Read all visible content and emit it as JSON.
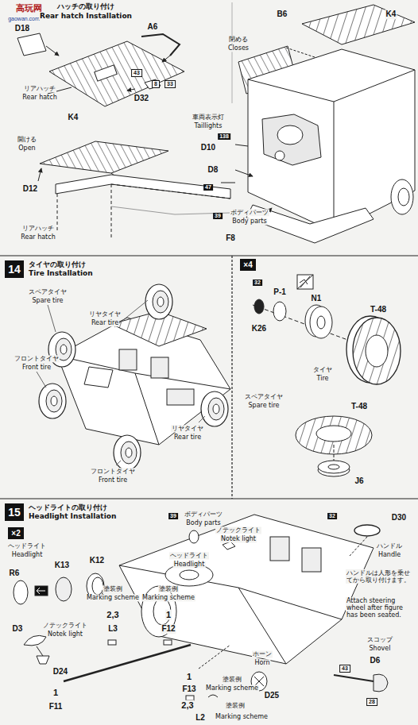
{
  "diagram": {
    "nodes": [
      {
        "text": [
          "14",
          "タイヤの取り付け",
          "Tire Installation"
        ]
      },
      {
        "text": [
          "×4"
        ]
      },
      {
        "text": [
          "15",
          "ヘッドライトの取り付け",
          "Headlight Installation"
        ]
      },
      {
        "text": [
          "×2"
        ]
      }
    ],
    "labels": [
      "高玩网",
      "gaowan.com",
      "ハッチの取り付け",
      "Rear hatch Installation",
      "D18",
      "A6",
      "43",
      "8",
      "33",
      "D32",
      "リアハッチ",
      "Rear hatch",
      "K4",
      "開ける",
      "Open",
      "D12",
      "リアハッチ",
      "Rear hatch",
      "閉める",
      "Closes",
      "B6",
      "K4",
      "車両表示灯",
      "Taillights",
      "138",
      "D10",
      "D8",
      "47",
      "39",
      "ボディパーツ",
      "Body parts",
      "F8",
      "スペアタイヤ",
      "Spare tire",
      "リヤタイヤ",
      "Rear tire",
      "フロントタイヤ",
      "Front tire",
      "リヤタイヤ",
      "Rear tire",
      "フロントタイヤ",
      "Front tire",
      "32",
      "P-1",
      "N1",
      "T-48",
      "K26",
      "タイヤ",
      "Tire",
      "スペアタイヤ",
      "Spare tire",
      "T-48",
      "J6",
      "ヘッドライト",
      "Headlight",
      "R6",
      "K13",
      "K12",
      "D3",
      "ノテックライト",
      "Notek light",
      "D24",
      "39",
      "ボディパーツ",
      "Body parts",
      "ノテックライト",
      "Notek light",
      "ヘッドライト",
      "Headlight",
      "32",
      "D30",
      "ハンドル",
      "Handle",
      "ハンドルは人形を乗せてから取り付けます。",
      "Attach steering wheel after figure has been seated.",
      "塗装例",
      "Marking scheme",
      "2,3",
      "L3",
      "塗装例",
      "Marking scheme",
      "1",
      "F12",
      "1",
      "F11",
      "ホーン",
      "Horn",
      "D25",
      "スコップ",
      "Shovel",
      "D6",
      "43",
      "28",
      "1",
      "F13",
      "塗装例",
      "Marking scheme",
      "2,3",
      "L2",
      "塗装例",
      "Marking scheme"
    ]
  }
}
